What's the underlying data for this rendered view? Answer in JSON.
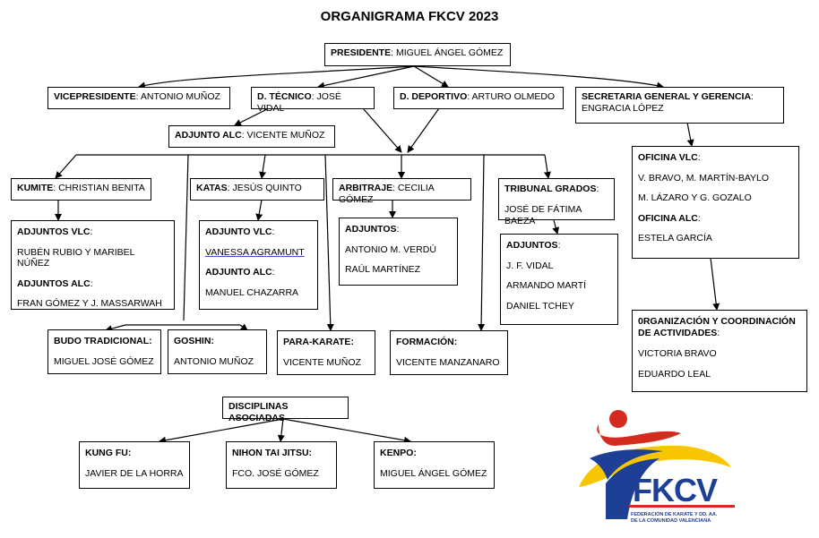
{
  "title": "ORGANIGRAMA FKCV 2023",
  "presidente": {
    "role": "PRESIDENTE",
    "name": ": MIGUEL ÁNGEL GÓMEZ"
  },
  "vicepresidente": {
    "role": "VICEPRESIDENTE",
    "name": ": ANTONIO MUÑOZ"
  },
  "dtecnico": {
    "role": "D. TÉCNICO",
    "name": ": JOSÉ VIDAL"
  },
  "ddeportivo": {
    "role": "D. DEPORTIVO",
    "name": ": ARTURO OLMEDO"
  },
  "secretaria": {
    "role": "SECRETARIA GENERAL Y GERENCIA",
    "colon": ":",
    "name": "ENGRACIA LÓPEZ"
  },
  "adjunto_alc": {
    "role": "ADJUNTO ALC",
    "name": ": VICENTE MUÑOZ"
  },
  "kumite": {
    "role": "KUMITE",
    "name": ": CHRISTIAN BENITA"
  },
  "katas": {
    "role": "KATAS",
    "name": ": JESÚS QUINTO"
  },
  "arbitraje": {
    "role": "ARBITRAJE",
    "name": ": CECILIA GÓMEZ"
  },
  "tribunal": {
    "role": "TRIBUNAL GRADOS",
    "colon": ":",
    "name": "JOSÉ DE FÁTIMA BAEZA"
  },
  "oficina": {
    "vlc_label": "OFICINA VLC",
    "colon1": ":",
    "vlc_names1": "V. BRAVO, M. MARTÍN-BAYLO",
    "vlc_names2": "M. LÁZARO Y G. GOZALO",
    "alc_label": "OFICINA ALC",
    "colon2": ":",
    "alc_name": "ESTELA GARCÍA"
  },
  "kumite_adj": {
    "vlc_label": "ADJUNTOS VLC",
    "colon1": ":",
    "vlc_names": "RUBÉN RUBIO Y MARIBEL NÚÑEZ",
    "alc_label": "ADJUNTOS ALC",
    "colon2": ":",
    "alc_names": "FRAN GÓMEZ Y J. MASSARWAH"
  },
  "katas_adj": {
    "vlc_label": "ADJUNTO VLC",
    "colon1": ":",
    "vlc_name": "VANESSA AGRAMUNT",
    "alc_label": "ADJUNTO ALC",
    "colon2": ":",
    "alc_name": "MANUEL CHAZARRA"
  },
  "arbitraje_adj": {
    "label": "ADJUNTOS",
    "colon": ":",
    "names": [
      "ANTONIO M. VERDÚ",
      "RAÚL MARTÍNEZ"
    ]
  },
  "tribunal_adj": {
    "label": "ADJUNTOS",
    "colon": ":",
    "names": [
      "J. F. VIDAL",
      "ARMANDO MARTÍ",
      "DANIEL TCHEY"
    ]
  },
  "organizacion": {
    "label_line1": "0RGANIZACIÓN Y COORDINACIÓN",
    "label_line2": "DE ACTIVIDADES",
    "colon": ":",
    "names": [
      "VICTORIA BRAVO",
      "EDUARDO LEAL"
    ]
  },
  "budo": {
    "role": "BUDO TRADICIONAL:",
    "name": "MIGUEL JOSÉ GÓMEZ"
  },
  "goshin": {
    "role": "GOSHIN:",
    "name": "ANTONIO MUÑOZ"
  },
  "parakarate": {
    "role": "PARA-KARATE:",
    "name": "VICENTE MUÑOZ"
  },
  "formacion": {
    "role": "FORMACIÓN:",
    "name": "VICENTE MANZANARO"
  },
  "disciplinas": {
    "role": "DISCIPLINAS ASOCIADAS"
  },
  "kungfu": {
    "role": "KUNG FU:",
    "name": "JAVIER DE LA HORRA"
  },
  "nihon": {
    "role": "NIHON TAI JITSU:",
    "name": "FCO. JOSÉ GÓMEZ"
  },
  "kenpo": {
    "role": "KENPO:",
    "name": "MIGUEL ÁNGEL GÓMEZ"
  },
  "logo": {
    "acronym": "FKCV",
    "caption1": "FEDERACIÓN DE KARATE Y DD. AA.",
    "caption2": "DE LA COMUNIDAD VALENCIANA",
    "colors": {
      "red": "#d52b1e",
      "yellow": "#f7c600",
      "blue": "#1d3f95"
    }
  }
}
